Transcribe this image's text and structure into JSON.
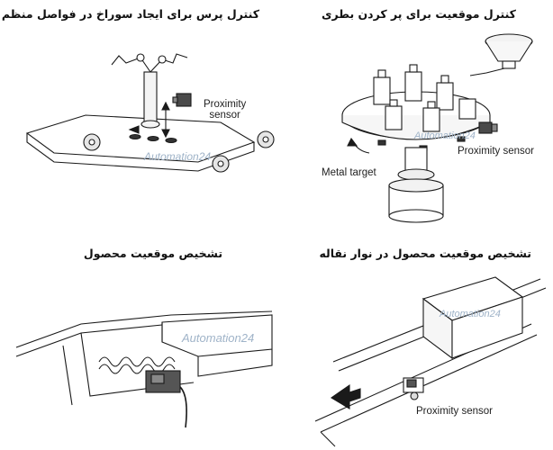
{
  "panels": [
    {
      "id": "press-control",
      "title": "کنترل پرس برای ایجاد سوراخ در فواصل منظم",
      "labels": {
        "sensor": "Proximity\nsensor"
      },
      "watermark": "Automation24"
    },
    {
      "id": "bottle-filling",
      "title": "کنترل موقعیت برای پر کردن بطری",
      "labels": {
        "sensor": "Proximity sensor",
        "target": "Metal target"
      },
      "watermark": "Automation24"
    },
    {
      "id": "product-position",
      "title": "تشخیص موقعیت محصول",
      "labels": {},
      "watermark": "Automation24"
    },
    {
      "id": "conveyor-position",
      "title": "تشخیص موقعیت محصول در نوار نقاله",
      "labels": {
        "sensor": "Proximity sensor"
      },
      "watermark": "Automation24"
    }
  ],
  "colors": {
    "line": "#1a1a1a",
    "watermark": "#9fb3c8",
    "sensor_fill": "#4a4a4a",
    "roller": "#e6e6e6"
  }
}
